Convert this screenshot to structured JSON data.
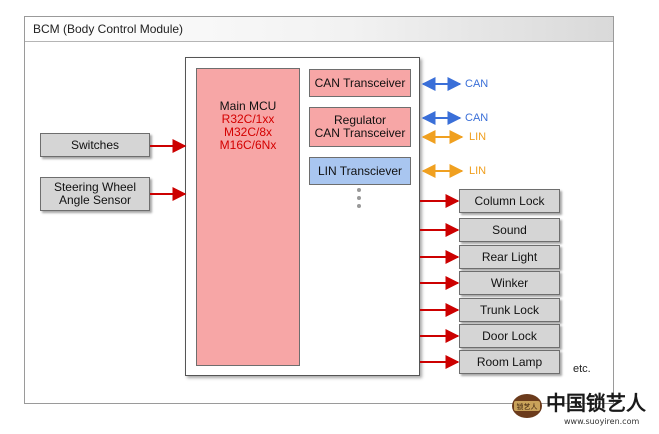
{
  "diagram": {
    "title": "BCM (Body Control Module)",
    "inputs": [
      "Switches",
      "Steering Wheel Angle Sensor"
    ],
    "mcu": {
      "title": "Main MCU",
      "variants": [
        "R32C/1xx",
        "M32C/8x",
        "M16C/6Nx"
      ]
    },
    "transceivers": {
      "can": "CAN Transceiver",
      "regulator_line1": "Regulator",
      "regulator_line2": "CAN Transceiver",
      "lin": "LIN Transciever"
    },
    "signals": {
      "can": "CAN",
      "lin": "LIN"
    },
    "outputs": [
      "Column Lock",
      "Sound",
      "Rear Light",
      "Winker",
      "Trunk Lock",
      "Door Lock",
      "Room Lamp"
    ],
    "etc": "etc.",
    "colors": {
      "can": "#3a6fd8",
      "lin": "#f0a020",
      "arrow": "#cc0000",
      "mcu_text": "#d40000"
    }
  },
  "watermark": {
    "logo": "锁艺人",
    "text": "中国锁艺人",
    "url": "www.suoyiren.com"
  }
}
